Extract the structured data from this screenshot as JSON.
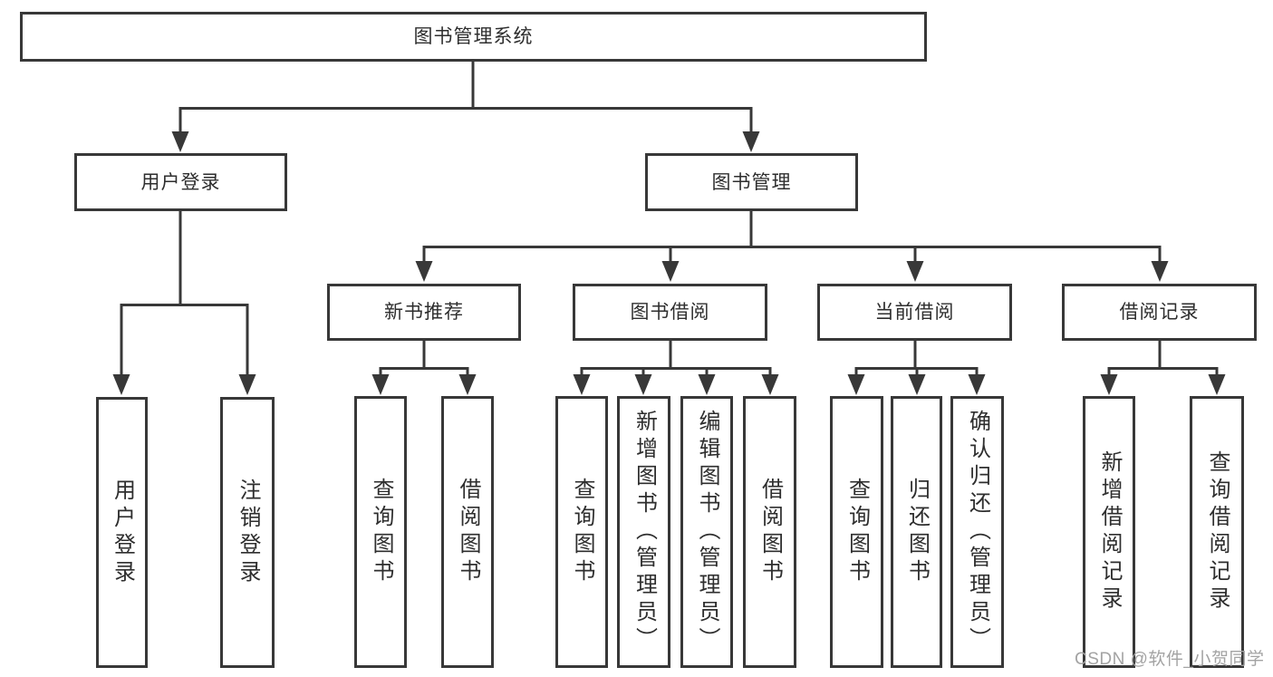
{
  "diagram": {
    "root": {
      "label": "图书管理系统"
    },
    "level2": [
      {
        "label": "用户登录",
        "children": [
          {
            "label": "用户登录"
          },
          {
            "label": "注销登录"
          }
        ]
      },
      {
        "label": "图书管理",
        "children": [
          {
            "label": "新书推荐",
            "children": [
              {
                "label": "查询图书"
              },
              {
                "label": "借阅图书"
              }
            ]
          },
          {
            "label": "图书借阅",
            "children": [
              {
                "label": "查询图书"
              },
              {
                "label": "新增图书（管理员）"
              },
              {
                "label": "编辑图书（管理员）"
              },
              {
                "label": "借阅图书"
              }
            ]
          },
          {
            "label": "当前借阅",
            "children": [
              {
                "label": "查询图书"
              },
              {
                "label": "归还图书"
              },
              {
                "label": "确认归还（管理员）"
              }
            ]
          },
          {
            "label": "借阅记录",
            "children": [
              {
                "label": "新增借阅记录"
              },
              {
                "label": "查询借阅记录"
              }
            ]
          }
        ]
      }
    ],
    "watermark": "CSDN @软件_小贺同学",
    "colors": {
      "line": "#383838",
      "box_border": "#383838",
      "text": "#2e2e2e",
      "watermark": "#a3a3a3",
      "background": "#ffffff"
    }
  }
}
